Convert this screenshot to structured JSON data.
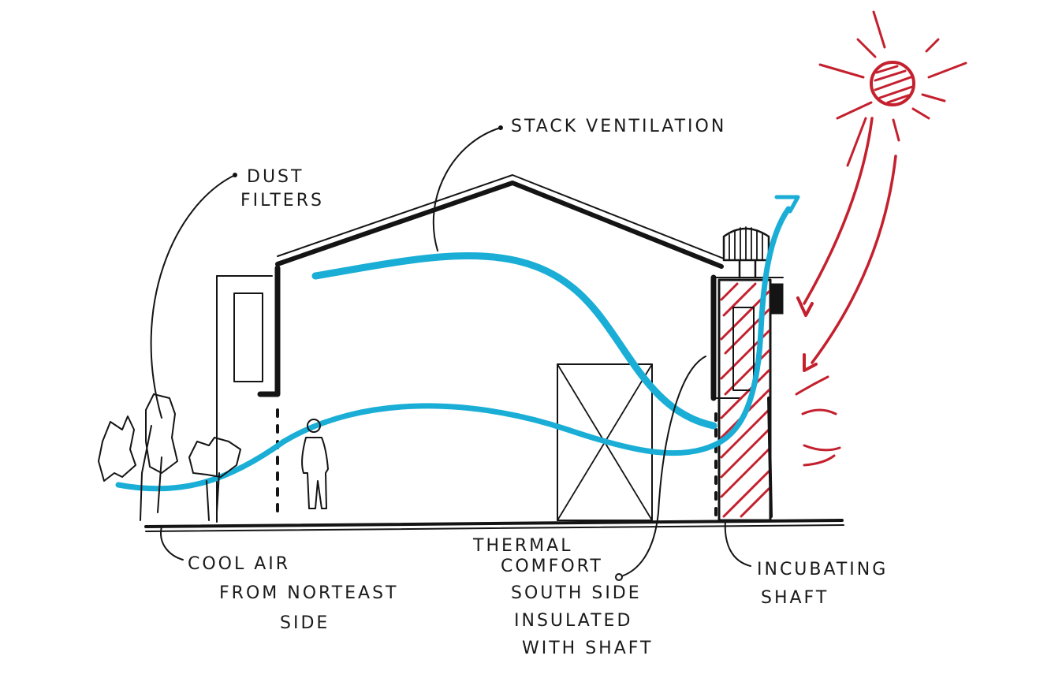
{
  "labels": {
    "stack_ventilation": "STACK VENTILATION",
    "dust_filters_1": "DUST",
    "dust_filters_2": "FILTERS",
    "cool_air_1": "COOL AIR",
    "cool_air_2": "FROM NORTEAST",
    "cool_air_3": "SIDE",
    "thermal_1": "THERMAL",
    "thermal_2": "COMFORT",
    "south_1": "SOUTH SIDE",
    "south_2": "INSULATED",
    "south_3": "WITH SHAFT",
    "shaft_1": "INCUBATING",
    "shaft_2": "SHAFT"
  },
  "colors": {
    "ink": "#141414",
    "airflow": "#1aaed6",
    "solar": "#c4202e",
    "paper": "#ffffff"
  },
  "icons": [
    "sun-icon",
    "turbine-vent-icon",
    "person-icon",
    "plant-icon"
  ]
}
